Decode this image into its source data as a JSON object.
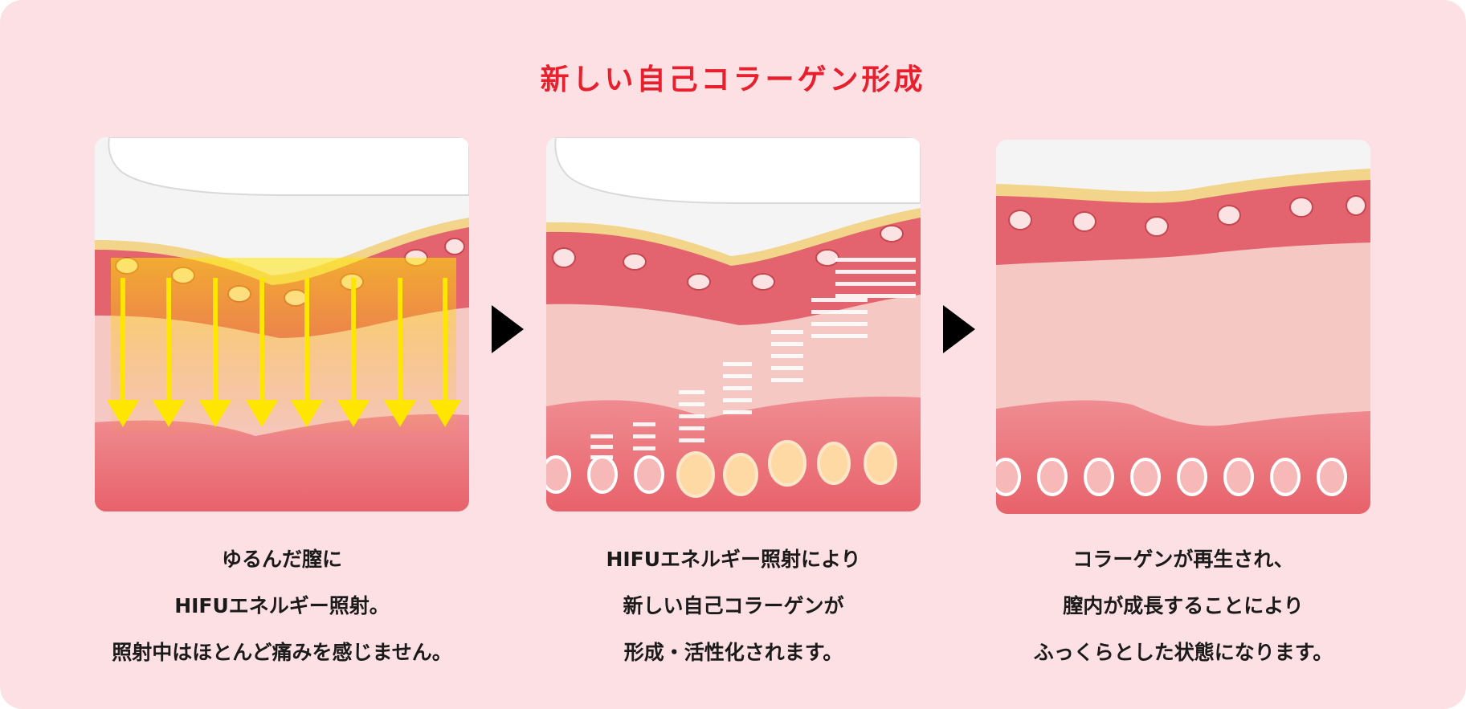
{
  "title": "新しい自己コラーゲン形成",
  "colors": {
    "background": "#fde0e3",
    "title": "#e8202d",
    "arrow": "#000000",
    "energy_arrow": "#ffe600",
    "collagen_line": "#ffffff"
  },
  "steps": [
    {
      "caption_lines": [
        "ゆるんだ膣に",
        "HIFUエネルギー照射。",
        "照射中はほとんど痛みを感じません。"
      ]
    },
    {
      "caption_lines": [
        "HIFUエネルギー照射により",
        "新しい自己コラーゲンが",
        "形成・活性化されます。"
      ]
    },
    {
      "caption_lines": [
        "コラーゲンが再生され、",
        "膣内が成長することにより",
        "ふっくらとした状態になります。"
      ]
    }
  ]
}
